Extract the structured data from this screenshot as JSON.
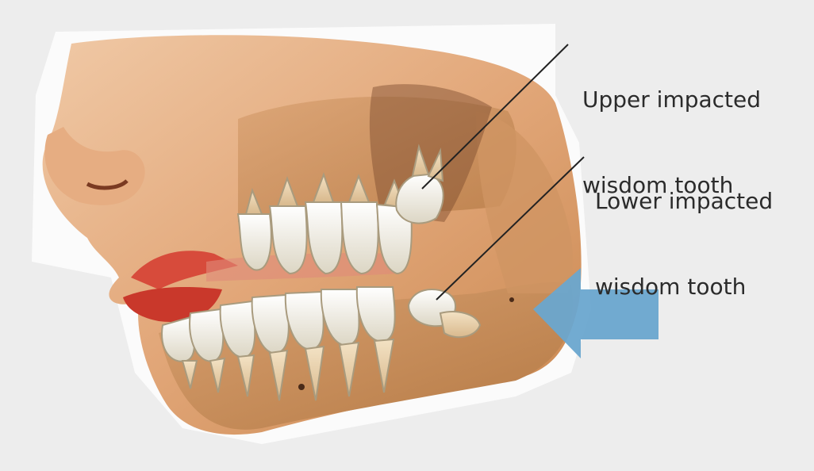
{
  "labels": {
    "upper": {
      "line1": "Upper impacted",
      "line2": "wisdom tooth"
    },
    "lower": {
      "line1": "Lower impacted",
      "line2": "wisdom tooth"
    }
  },
  "colors": {
    "background": "#ededed",
    "skin": "#e0a77a",
    "bone": "#c98d5c",
    "gum": "#d44a3a",
    "tooth": "#f2efe6",
    "arrow": "#6aa6cf"
  }
}
